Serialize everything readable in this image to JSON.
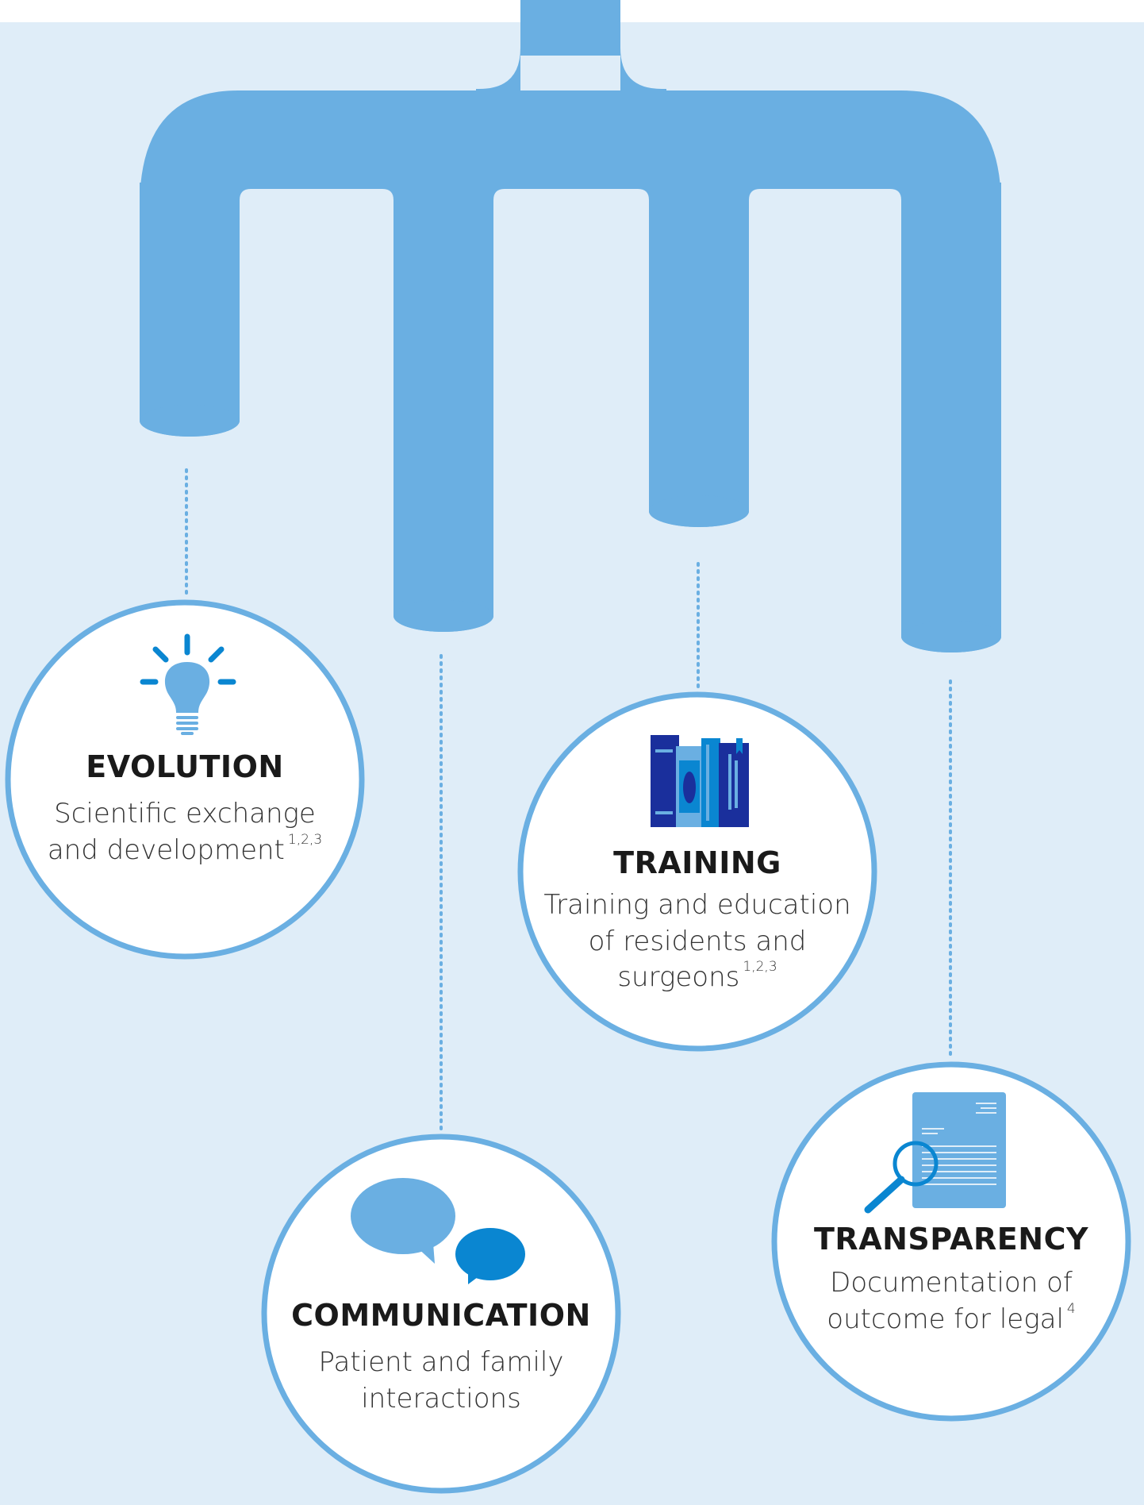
{
  "colors": {
    "background": "#dfedf8",
    "header_strip": "#ffffff",
    "pipe": "#6aafe2",
    "circle_border": "#6aafe2",
    "circle_fill": "#ffffff",
    "dotted_line": "#6aafe2",
    "icon_light_blue": "#6aafe2",
    "icon_mid_blue": "#0a86d1",
    "icon_dark_blue": "#1a2f9c"
  },
  "nodes": [
    {
      "id": "evolution",
      "icon": "lightbulb-icon",
      "title": "EVOLUTION",
      "desc_lines": [
        "Scientific exchange",
        "and development"
      ],
      "superscript": "1,2,3"
    },
    {
      "id": "communication",
      "icon": "speech-bubbles-icon",
      "title": "COMMUNICATION",
      "desc_lines": [
        "Patient and family",
        "interactions"
      ],
      "superscript": ""
    },
    {
      "id": "training",
      "icon": "books-icon",
      "title": "TRAINING",
      "desc_lines": [
        "Training and education",
        "of residents and",
        "surgeons"
      ],
      "superscript": "1,2,3"
    },
    {
      "id": "transparency",
      "icon": "document-magnifier-icon",
      "title": "TRANSPARENCY",
      "desc_lines": [
        "Documentation of",
        "outcome for legal"
      ],
      "superscript": "4"
    }
  ]
}
